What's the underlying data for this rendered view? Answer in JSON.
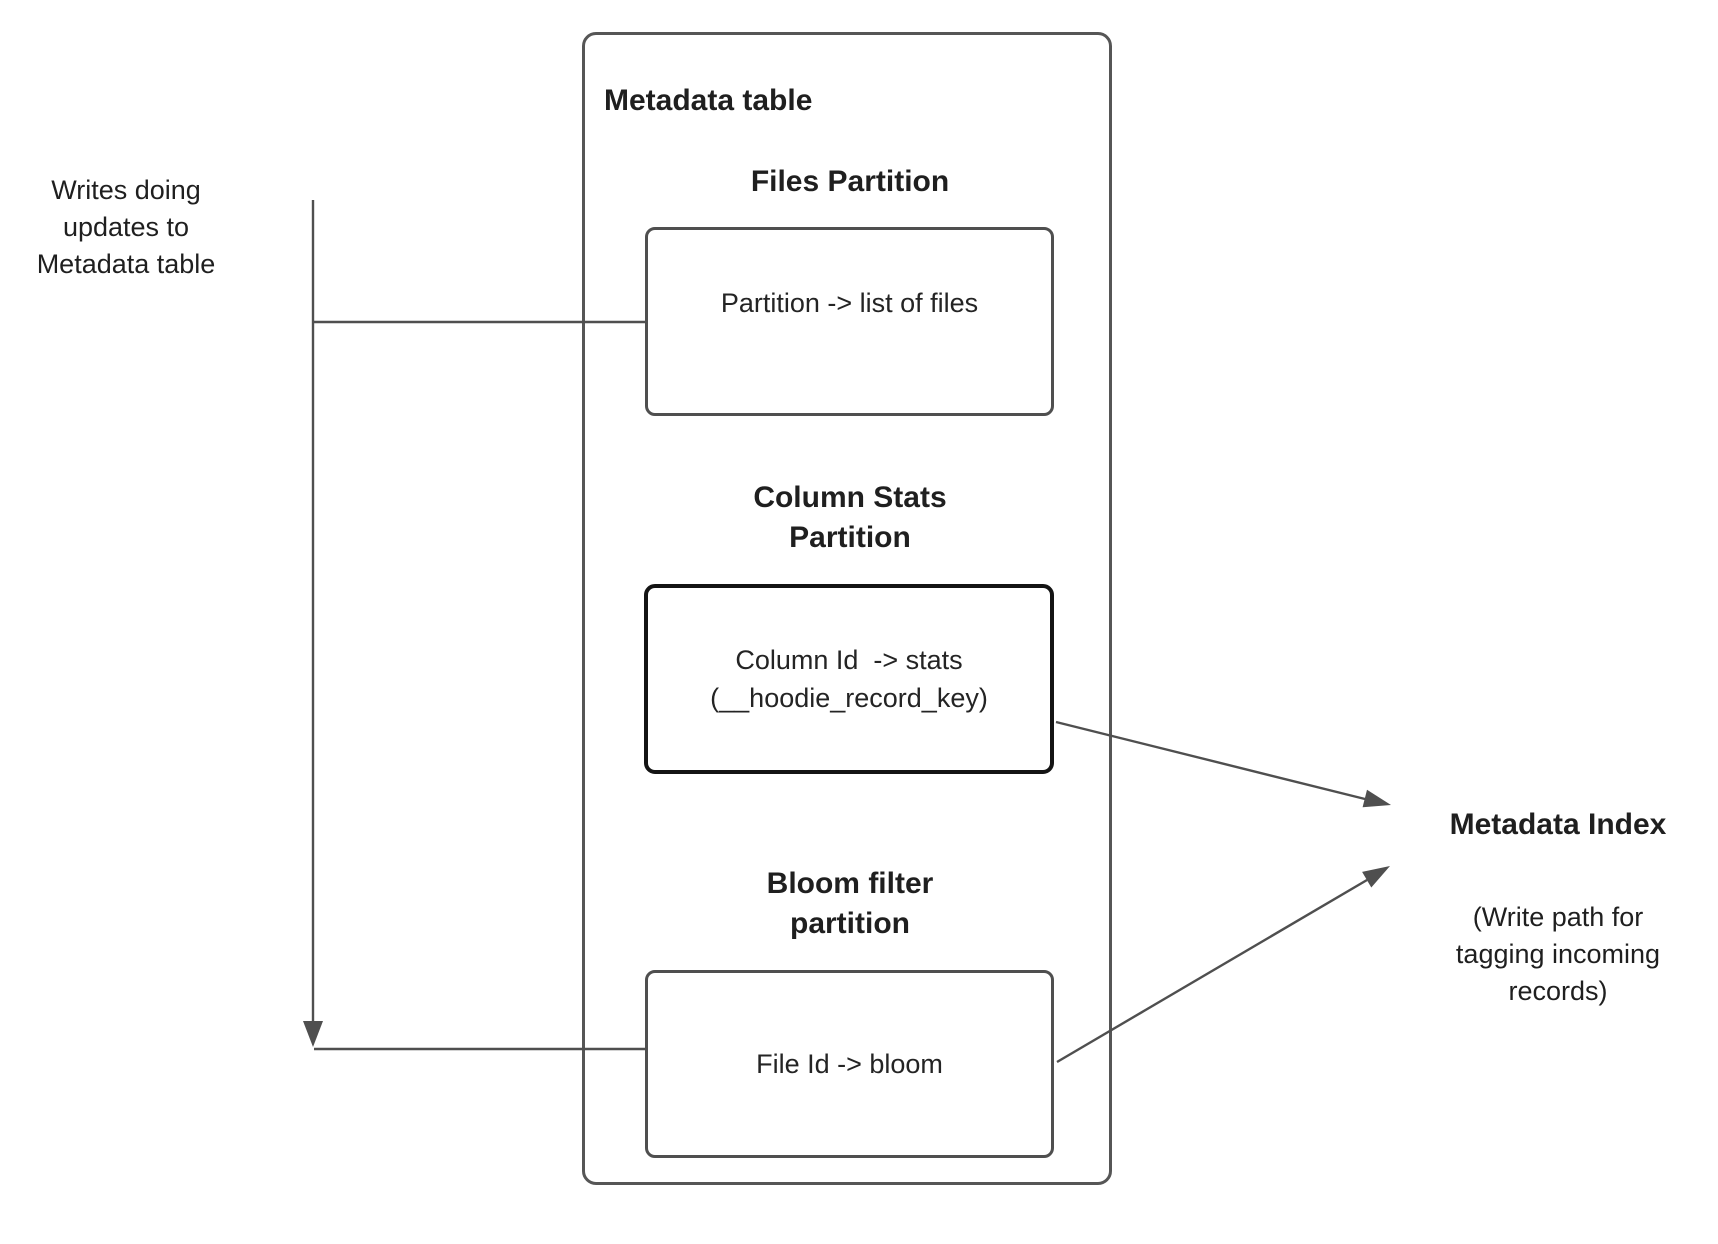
{
  "diagram": {
    "writes_label": "Writes doing\nupdates to\nMetadata table",
    "metadata_table": {
      "title": "Metadata table",
      "sections": [
        {
          "heading": "Files Partition",
          "box_text": "Partition -> list of files"
        },
        {
          "heading": "Column Stats\nPartition",
          "box_text": "Column Id  -> stats\n(__hoodie_record_key)"
        },
        {
          "heading": "Bloom filter\npartition",
          "box_text": "File Id -> bloom"
        }
      ]
    },
    "metadata_index": {
      "title": "Metadata Index",
      "subtitle": "(Write path for\ntagging incoming\nrecords)"
    },
    "colors": {
      "connector_line": "#4f4f4f",
      "box_border": "#4f4f4f",
      "stats_box_border": "#141414",
      "outer_box_border": "#565656",
      "text": "#1f1f1f",
      "background": "#ffffff"
    }
  }
}
